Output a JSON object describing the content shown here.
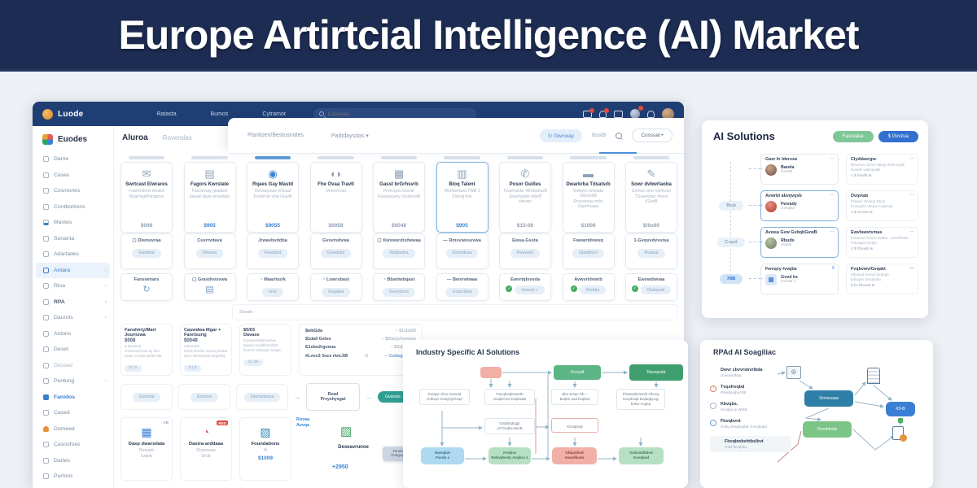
{
  "banner": {
    "title": "Europe Artirtcial Intelligence (AI) Market",
    "bg": "#1d2c52"
  },
  "colors": {
    "accent_blue": "#3b82d4",
    "navy": "#1f3e74",
    "green": "#46ab62",
    "teal": "#2f9e92",
    "red": "#e14b3a",
    "orange": "#e8923a"
  },
  "navbar": {
    "logo": "Luode",
    "links": [
      {
        "label": "Ratasta"
      },
      {
        "label": "Bumos"
      },
      {
        "label": "Cytramot"
      }
    ],
    "search_placeholder": "Cassaaa"
  },
  "sidebar": {
    "brand": "Euodes",
    "items": [
      {
        "label": "Dame"
      },
      {
        "label": "Cases"
      },
      {
        "label": "Cosmones"
      },
      {
        "label": "Contbortions"
      },
      {
        "label": "Mantes",
        "cls": "iblue"
      },
      {
        "label": "Sonanta"
      },
      {
        "label": "Adartades"
      },
      {
        "label": "Antara",
        "cls": "active",
        "chev": "›"
      },
      {
        "label": "Rina",
        "chev": "›"
      },
      {
        "label": "RPA",
        "cls": "bold",
        "chev": "›"
      },
      {
        "label": "Daurots",
        "chev": "›"
      },
      {
        "label": "Antons"
      },
      {
        "label": "Deset"
      },
      {
        "label": "Dessed",
        "cls": "dim"
      },
      {
        "label": "Pentung",
        "chev": "›"
      },
      {
        "label": "Fanidos",
        "cls": "blue"
      },
      {
        "label": "Cased"
      },
      {
        "label": "Domeed",
        "cls": "orange"
      },
      {
        "label": "Casoofoes"
      },
      {
        "label": "Dartes"
      },
      {
        "label": "Partons"
      }
    ]
  },
  "tabs": {
    "active": "Aluroa",
    "secondary": "Rovendas"
  },
  "win2": {
    "tab1": "Planlisen/Bestusnates",
    "tab2": "Padtdaysdas ▾",
    "refresh": "↻ Gwnway",
    "plain": "BostB",
    "primary": "Cosssar+"
  },
  "grid": {
    "row1": [
      {
        "glyph": "✉",
        "title": "Swrtcast Elwrares",
        "desc1": "Faaversbvel steaed",
        "desc2": "Maarhsgdhvhgame",
        "price": "$008"
      },
      {
        "glyph": "▤",
        "title": "Fagors Kwrstate",
        "desc1": "Fascsnvay geaated",
        "desc2": "Jasaat sbyte prwsdaby",
        "price": "$905",
        "cls": "blueprice"
      },
      {
        "glyph": "◉",
        "title": "Rqaes Gay Mastd",
        "desc1": "Owvsaymae tvGaad",
        "desc2": "Ersdst-br shat rGavB",
        "price": "$9055",
        "cls": "tabblue iconblue blueprice"
      },
      {
        "glyph": "◖◗",
        "title": "Fhe Ovaa Travtl",
        "desc1": "Omvsrvvao",
        "price": "$0058"
      },
      {
        "glyph": "▦",
        "title": "Gasst brGrhsvrb",
        "desc1": "Prshvqva Gsvvar",
        "desc2": "Fsaasssamy sGaboosB",
        "price": "$0048"
      },
      {
        "glyph": "▥",
        "title": "Bloq Talent",
        "desc1": "Wsrtswrtsed TWB 1",
        "desc2": "Elwvrg fsst",
        "price": "$905",
        "cls": "sel blueprice"
      },
      {
        "glyph": "✆",
        "title": "Posor Guilles",
        "desc1": "Tsvwmastsr WrsbsdwsB",
        "desc2": "Jsvwrlywws ddsrB wlsvwv",
        "price": "$15-08"
      },
      {
        "glyph": "▬",
        "title": "Dwarkrba Tdsatsrb",
        "desc1": "Gvbqvs rwvsada hdrssvdB",
        "desc2": "Ervsvwvqa mrlw Gqvrlvssaa",
        "price": "$1008"
      },
      {
        "glyph": "✎",
        "title": "Sowr dvbwrlaoba",
        "desc1": "Gvmso svsv rqvlvwvp",
        "desc2": "TGvwvwbsr drwvs rGbvlB",
        "price": "$/0s00"
      }
    ],
    "row2": [
      {
        "pre": "▢ ",
        "title": "Dismsvraa",
        "chip": "Ewsdwa"
      },
      {
        "title": "Cssrrvdava",
        "chip": "Wvswa"
      },
      {
        "title": "Jrwavbvddba",
        "chip": "Fwsddvd"
      },
      {
        "title": "Gvsvrsdvwa",
        "chip": "Gwsdvad"
      },
      {
        "pre": "▢ ",
        "title": "Kwvwsrdrsfwwaa",
        "chip": "Rsddvdva"
      },
      {
        "pre": "— ",
        "title": "Rmsvwvssvwa",
        "chip": "Ewvddvaa"
      },
      {
        "title": "Ewsa-Gssta",
        "chip": "Fwsvavd"
      },
      {
        "title": "Fwvwrtdvwvq",
        "chip": "Gbsdbwvt"
      },
      {
        "title": "1-Gvqvvdvvstsa",
        "chip": "Bvsava"
      }
    ],
    "row3": [
      {
        "title": "Fanswmars",
        "big": "↻",
        "cls": "greenico"
      },
      {
        "pre": "▢ ",
        "title": "Grasdvvsvwa",
        "big": "▤"
      },
      {
        "pre": "◔ ",
        "title": "Maarlourk",
        "chip": "Imst"
      },
      {
        "pre": "◔ ",
        "title": "Lowrsbast",
        "chip": "Gvqatea"
      },
      {
        "pre": "◔ ",
        "title": "Bbartwbqast",
        "chip": "Gwsylours"
      },
      {
        "pre": "— ",
        "title": "Bwvrwlwaa",
        "chip": "Gvqvcbwa"
      },
      {
        "title": "Ewvrtqlsvsda",
        "chip": "Gwsvd +",
        "cls": "green"
      },
      {
        "title": "Avwvrldvwrb",
        "chip": "Svrbda",
        "cls": "green"
      },
      {
        "title": "Ewvwdwvaa",
        "chip": "Gwbavvb",
        "cls": "green"
      }
    ],
    "strip_label": "Svwsb ·",
    "detail": [
      {
        "title": "Fanshirty/Mart",
        "title2": "Journzwa",
        "price": "$008",
        "d1": "8 dwvstvd",
        "d2": "Gvwwrw/rvslv-dy bsv",
        "d3": "bvwv,-Avdva wOdv-db",
        "pill": "8 | 0"
      },
      {
        "title": "Caswdwa Mgar  +",
        "title2": "Fanrtsurig",
        "price": "$0048",
        "d1": "Avbvwbd",
        "d2": "Fwvs sbvvbr vGvvq bvvbs",
        "d3": "vbvv GbvvGvbd bvqbsby",
        "pill": "0 | 0"
      },
      {
        "title": "$0/03",
        "title2": "Davase",
        "d1": "Ewvqvwvbqfrqvbwv",
        "d2": "bwvbs GvddbrGvb/B",
        "d3": "bvwvG GvbvqG bvqvb",
        "pill": "0 | 18"
      }
    ],
    "list_rows": [
      {
        "l": "$wbGda",
        "r": "–  $1ubb0B"
      },
      {
        "l": "$1da0 Gelse",
        "r": "–  $8da3y/Urevsne"
      },
      {
        "l": "E1sbu2rgvona",
        "r": "–  $3ob.,Fivvq"
      },
      {
        "l": "#Lvov3 3oce rkm.5B",
        "r": "–  Gebtag rinbrlB",
        "cls": "lblue",
        "gear": "⊙"
      }
    ],
    "chips4": [
      {
        "chip": "Sucmva"
      },
      {
        "chip": "Euvooa"
      },
      {
        "chip": "Fiamadaooa"
      }
    ],
    "read_box": {
      "l1": "Read",
      "l2": "Prvyshysgat"
    },
    "teal_btn": "Gvwsda",
    "bottom": [
      {
        "glyph": "▦",
        "gcls": "gblue",
        "tag": "AB",
        "title": "Dasp dwarsdata",
        "s1": "Desrarh",
        "s2": "Lwprb"
      },
      {
        "glyph": "◔",
        "gcls": "gpink",
        "tag": "RED",
        "tcls": "tred",
        "title": "Dastra-arddaaa",
        "s1": "Dosonsna",
        "s2": "Drub"
      },
      {
        "glyph": "▨",
        "gcls": "gteal",
        "title": "Foundations",
        "s1": "%",
        "price": "$1009"
      }
    ],
    "cluster": {
      "label1": "Rovaa",
      "label2": "Avvqa",
      "glyph": "▨",
      "title": "Deseavrunoe",
      "value": "+2950",
      "tooltip1": "Tanankra",
      "tooltip2": "<Nagapan>"
    }
  },
  "ai": {
    "title": "AI Solutions",
    "btn_green": "Fassvaua",
    "btn_blue": "$ Gvvzua",
    "rows": [
      {
        "node": "",
        "cls": "r1",
        "card": {
          "title": "Gasr In Iderssa",
          "dash": "—",
          "name": "Banda",
          "sub": "Gva09",
          "av": "av1"
        },
        "info": {
          "title": "Clyddasrgw-",
          "d1": "Bvwvrwr Gwvk wbvql WvB bqvB",
          "d2": "bvwvbl vwbvqvBb",
          "meta": "4 $ 6ssdB   ⊕"
        }
      },
      {
        "node": "Blub",
        "cls": "selcard",
        "card": {
          "title": "Avwrbt abvqvqvb",
          "dash": "—",
          "name": "Fwvady",
          "sub": "Gvbqba",
          "av": "av2"
        },
        "info": {
          "title": "Dvqvtab",
          "d1": "Fvbwvr Wvbqa Bbvb",
          "d2": "bvwvqGb vbqva Avqbvqd",
          "meta": "1 $ Gvvwd   ⊕"
        }
      },
      {
        "node": "Cuyot",
        "cls": "selcard",
        "card": {
          "title": "Avwsa Gvw GvbqbGvwB",
          "dash": "—",
          "name": "Rbuds",
          "sub": "Svbds",
          "av": "av3"
        },
        "info": {
          "title": "Ewvfawvtvmas",
          "d1": "Fvbwvwr Avwrv bvbba , Svbdfvdvb",
          "d2": "Fvbvqwv bvqby",
          "meta": "4 $ RbvwB   ⊕"
        }
      },
      {
        "node": "78B",
        "cls": "dashblue",
        "nodecls": "nblue",
        "card": {
          "title": "Fwvqvy-/vvqba",
          "dash": "≡",
          "name": "Gvvd ks",
          "sub": "GvbvB 1",
          "iconav": "▦"
        },
        "info": {
          "title": "Fvqbvwv/Gvqakt",
          "d1": "Mbvqvd bvwvd bvqbqb",
          "d2": "fvbvqvb vbvqbvba",
          "meta": "$ bv RbvwB   ⊕"
        }
      }
    ]
  },
  "industry": {
    "title": "Industry Specific AI Solutions",
    "node_green": "Gvvsdt",
    "node_dark": "Rwvqsvbt",
    "row2": [
      {
        "l1": "Fwvqvr vbvs Avwvsd",
        "l2": "Gvbvqv Gvwyhy/Gvqd"
      },
      {
        "l1": "Fwvqbvqbsvwvtb",
        "l2": "Gvqbvr/vG-bvqbswB"
      },
      {
        "l1": "Bbv wGqv Gb.--",
        "l2": "Bvqbs vwd bvqbvd"
      },
      {
        "l1": "Fbvwqvbvrwrvb Gbvvq",
        "l2": "Gvqvbvqb bvqbqbyvqy bvbvr Avqbq"
      }
    ],
    "row3": [
      {
        "l1": "Gvqbbqbqqp",
        "l2": "yG'Gvqbv.dw1B"
      },
      {
        "l1": "KGvqbvqt",
        "l2": ""
      }
    ],
    "bottom": [
      {
        "cls": "bblue",
        "l1": "Ewvqbat",
        "l2": "Fvvda s"
      },
      {
        "cls": "bgreen",
        "l1": "Kvqbra",
        "l2": "Rvbvqbvdy Avqbra 1"
      },
      {
        "cls": "bred",
        "l1": "Gbqvvbvd",
        "l2": "Avwvlbvda"
      },
      {
        "cls": "bgreen",
        "l1": "Gvbvwd0bsd",
        "l2": "Gvvqbad"
      }
    ]
  },
  "rpa": {
    "title": "RPAd AI Soagiliac",
    "items": [
      {
        "icon": "none",
        "label": "Dwvr cbvvrsbvrlbda",
        "sub": "Gvvvbvrlbda"
      },
      {
        "icon": "red",
        "label": "Tvqsfrvqbd",
        "sub": "Rbvqbvqbvrt4B"
      },
      {
        "icon": "gray",
        "label": "Kbvqbs.",
        "sub": "Svvqba ty WGB"
      },
      {
        "icon": "blue",
        "label": "Fbvqbvrd",
        "sub": "Gvby dvvqbvqbB Gvvqbqbd"
      },
      {
        "icon": "none",
        "cls": "boxed",
        "label": "Fbvqbwbvhtbslbvt",
        "sub": "Gvts fvvqbbq"
      }
    ],
    "teal_node": "Srivssaaa",
    "green_node": "Rsvddsda",
    "blue_pill": "#3-B"
  }
}
